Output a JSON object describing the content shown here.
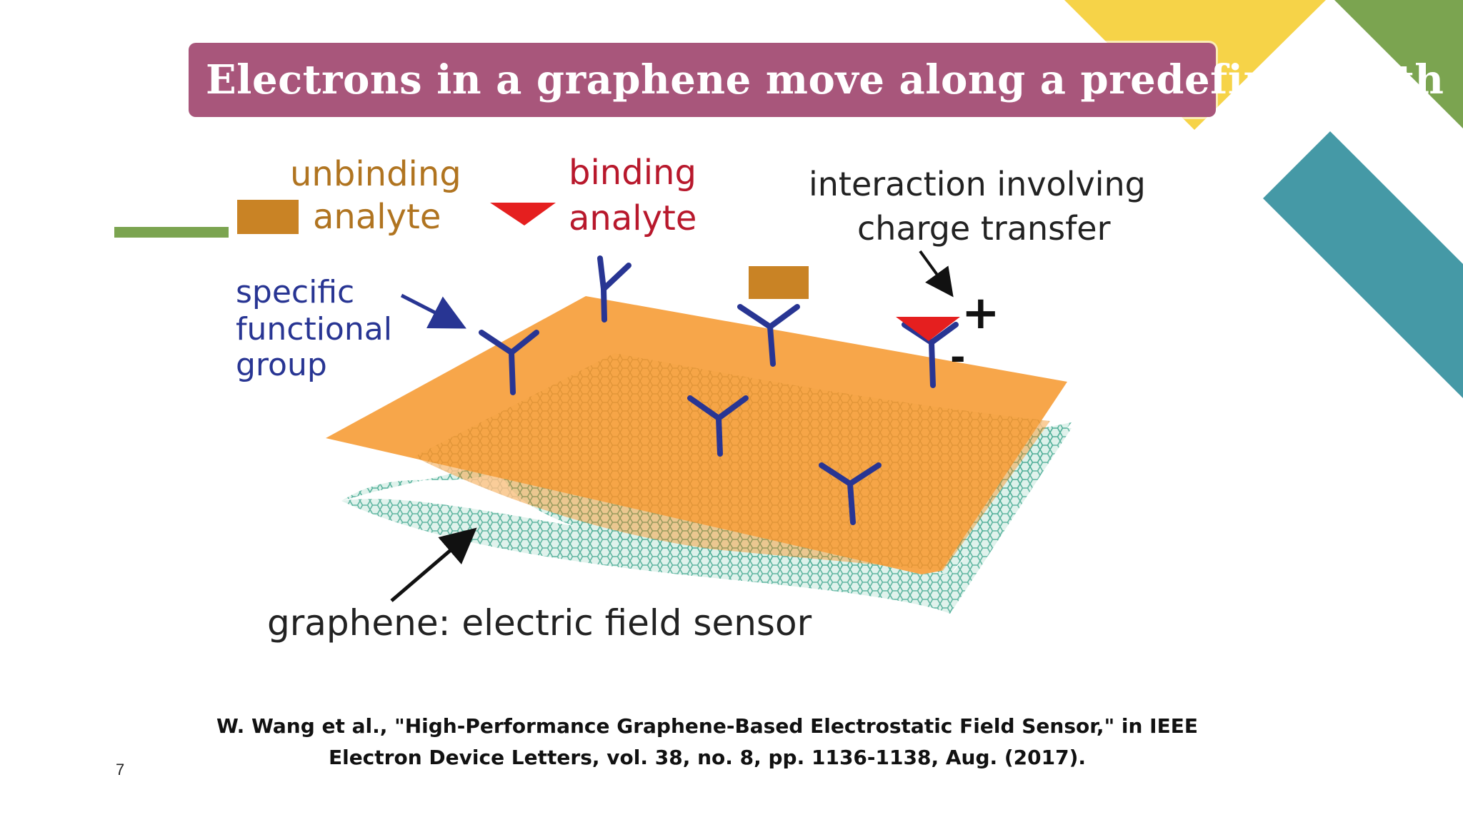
{
  "slide": {
    "title": "Electrons in a graphene move along a predefined path",
    "page_number": "7",
    "colors": {
      "title_bg": "#a8567b",
      "yellow": "#f6d348",
      "green": "#7ba450",
      "teal": "#4599a6",
      "orange_plane": "#f7a64a",
      "graphene_mesh": "#6fc2ad",
      "receptor": "#283593",
      "binding_analyte": "#e51f1f",
      "unbinding_analyte": "#c98325"
    }
  },
  "diagram": {
    "legend_unbinding_line1": "unbinding",
    "legend_unbinding_line2": "analyte",
    "legend_binding_line1": "binding",
    "legend_binding_line2": "analyte",
    "charge_label_line1": "interaction involving",
    "charge_label_line2": "charge transfer",
    "charge_plus": "+",
    "charge_minus": "-",
    "functional_line1": "specific",
    "functional_line2": "functional",
    "functional_line3": "group",
    "graphene_label": "graphene: electric field sensor",
    "icons": [
      "unbinding-analyte-icon",
      "binding-analyte-icon",
      "receptor-icon",
      "arrow-icon"
    ]
  },
  "citation": {
    "line1": "W. Wang et al., \"High-Performance Graphene-Based Electrostatic Field Sensor,\" in IEEE",
    "line2": "Electron Device Letters, vol. 38, no. 8, pp. 1136-1138, Aug. (2017)."
  }
}
